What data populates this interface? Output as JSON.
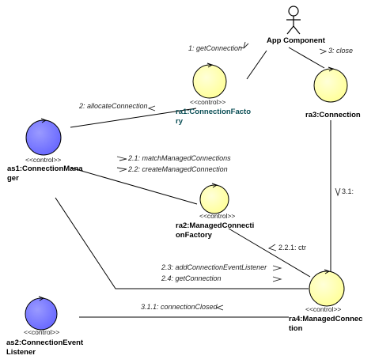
{
  "diagram": {
    "colors": {
      "control_fill": "#ffff99",
      "manager_fill": "#6a6aff",
      "outline": "#000000",
      "line": "#000000",
      "name_teal": "#0a4e55"
    },
    "actor": {
      "name": "App Component"
    },
    "objects": {
      "ra1": {
        "stereotype": "<<control>>",
        "name_line1": "ra1:ConnectionFacto",
        "name_line2": "ry"
      },
      "ra3": {
        "name": "ra3:Connection"
      },
      "as1": {
        "stereotype": "<<control>>",
        "name_line1": "as1:ConnectionMana",
        "name_line2": "ger"
      },
      "ra2": {
        "stereotype": "<<control>>",
        "name_line1": "ra2:ManagedConnecti",
        "name_line2": "onFactory"
      },
      "ra4": {
        "stereotype": "<<control>>",
        "name_line1": "ra4:ManagedConnec",
        "name_line2": "tion"
      },
      "as2": {
        "stereotype": "<<control>>",
        "name_line1": "as2:ConnectionEvent",
        "name_line2": "Listener"
      }
    },
    "messages": {
      "m1": "1: getConnection",
      "m2": "2: allocateConnection",
      "m3": "3: close",
      "m21": "2.1: matchManagedConnections",
      "m22": "2.2: createManagedConnection",
      "m31": "3.1:",
      "m221": "2.2.1: ctr",
      "m23": "2.3: addConnectionEventListener",
      "m24": "2.4: getConnection",
      "m311": "3.1.1: connectionClosed"
    }
  }
}
